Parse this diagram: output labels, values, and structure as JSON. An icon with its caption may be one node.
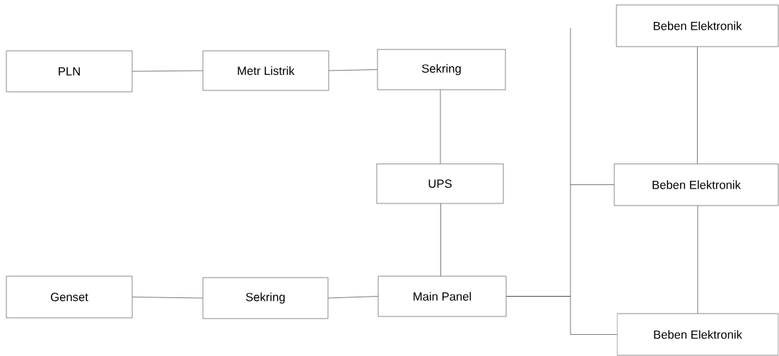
{
  "diagram": {
    "nodes": [
      {
        "text": [
          "PLN"
        ]
      },
      {
        "text": [
          "Metr Listrik"
        ]
      },
      {
        "text": [
          "Sekring"
        ]
      },
      {
        "text": [
          "UPS"
        ]
      },
      {
        "text": [
          "Genset"
        ]
      },
      {
        "text": [
          "Sekring"
        ]
      },
      {
        "text": [
          "Main Panel"
        ]
      },
      {
        "text": [
          "Beben Elektronik"
        ]
      },
      {
        "text": [
          "Beben Elektronik"
        ]
      },
      {
        "text": [
          "Beben Elektronik"
        ]
      }
    ],
    "edges": [
      {
        "from": 0,
        "to": 1,
        "arrow": "none"
      },
      {
        "from": 1,
        "to": 2,
        "arrow": "none"
      },
      {
        "from": 2,
        "to": 3,
        "arrow": "none"
      },
      {
        "from": 3,
        "to": 6,
        "arrow": "none"
      },
      {
        "from": 4,
        "to": 5,
        "arrow": "none"
      },
      {
        "from": 5,
        "to": 6,
        "arrow": "none"
      },
      {
        "from": 6,
        "to": 8,
        "arrow": "none"
      },
      {
        "from": 6,
        "to": 9,
        "arrow": "none"
      },
      {
        "from": 7,
        "to": 8,
        "arrow": "none"
      },
      {
        "from": 8,
        "to": 9,
        "arrow": "none"
      }
    ]
  }
}
